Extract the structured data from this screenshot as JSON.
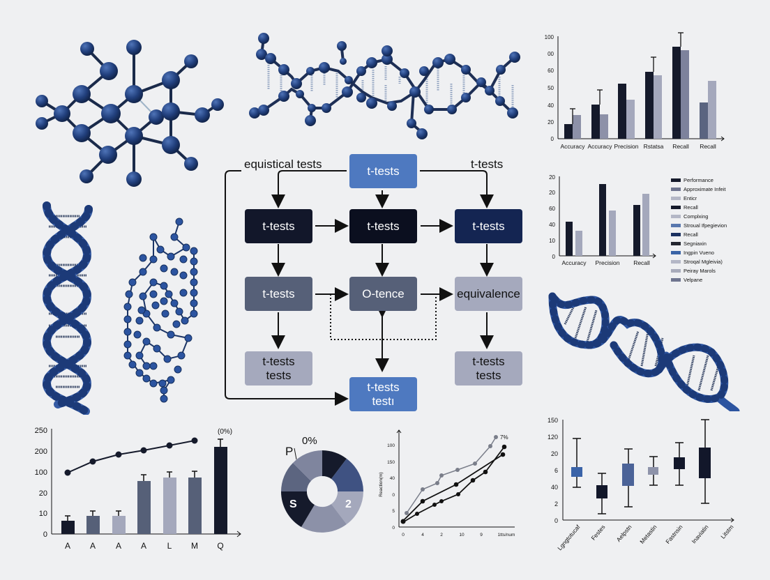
{
  "colors": {
    "background": "#eff0f2",
    "atom": "#1f3f78",
    "atom_highlight": "#3f63a6",
    "bond": "#1a2a4a",
    "box_blue": "#4e79c0",
    "box_black": "#12172a",
    "box_navy": "#142552",
    "box_slate": "#566078",
    "box_gray": "#a5a9bd",
    "bar_black": "#151a2b",
    "bar_slate": "#5a6480",
    "bar_gray": "#a4a8bc",
    "bar_mid": "#7d829c"
  },
  "illustrations": {
    "molecule_top_left": "molecule-ball-and-stick",
    "dna_top_center": "dna-helix-horizontal",
    "dna_left": "dna-helix-vertical",
    "protein_left": "protein-chain",
    "dna_right": "dna-helix-diagonal"
  },
  "flowchart": {
    "labels": {
      "top_left": "equistical tests",
      "top_right": "t-tests"
    },
    "nodes": [
      {
        "id": "top",
        "text": "t-tests",
        "color": "#4e79c0",
        "text_color": "#ffffff"
      },
      {
        "id": "r1c1",
        "text": "t-tests",
        "color": "#12172a",
        "text_color": "#ffffff"
      },
      {
        "id": "r1c2",
        "text": "t-tests",
        "color": "#0b0f1f",
        "text_color": "#ffffff"
      },
      {
        "id": "r1c3",
        "text": "t-tests",
        "color": "#142552",
        "text_color": "#ffffff"
      },
      {
        "id": "r2c1",
        "text": "t-tests",
        "color": "#566078",
        "text_color": "#ffffff"
      },
      {
        "id": "r2c2",
        "text": "O-tence",
        "color": "#566078",
        "text_color": "#ffffff"
      },
      {
        "id": "r2c3",
        "text": "equivalence",
        "color": "#a5a9bd",
        "text_color": "#111111"
      },
      {
        "id": "r3c1",
        "line1": "t-tests",
        "line2": "tests",
        "color": "#a5a9bd",
        "text_color": "#111111"
      },
      {
        "id": "r3c3",
        "line1": "t-tests",
        "line2": "tests",
        "color": "#a5a9bd",
        "text_color": "#111111"
      },
      {
        "id": "bottom",
        "line1": "t-tests",
        "line2": "testı",
        "color": "#4e79c0",
        "text_color": "#ffffff"
      }
    ]
  },
  "chart_data": [
    {
      "type": "bar",
      "title": "",
      "position": "top-right",
      "categories": [
        "Accuracy",
        "Accuracy",
        "Precision",
        "Rstatsa",
        "Recall",
        "Recall"
      ],
      "yticks": [
        "0",
        "20",
        "40",
        "50",
        "60",
        "00",
        "100"
      ],
      "ylim": [
        0,
        100
      ],
      "series": [
        {
          "name": "A",
          "values": [
            18,
            40,
            53,
            59,
            87,
            42
          ],
          "color": "#151a2b",
          "errors": [
            35,
            47,
            null,
            76,
            103,
            null
          ]
        },
        {
          "name": "B",
          "values": [
            28,
            29,
            45,
            55,
            82,
            48
          ],
          "color": "#8d91a8",
          "errors": [
            null,
            null,
            null,
            null,
            null,
            null
          ]
        }
      ],
      "xlabel": "",
      "ylabel": "",
      "grid": false
    },
    {
      "type": "bar",
      "position": "middle-right",
      "categories": [
        "Accuracy",
        "Precision",
        "Recall"
      ],
      "yticks": [
        "0",
        "10",
        "40",
        "60",
        "20",
        "20"
      ],
      "series": [
        {
          "name": "A",
          "values": [
            42,
            80,
            58
          ],
          "color": "#151a2b"
        },
        {
          "name": "B",
          "values": [
            30,
            56,
            72
          ],
          "color": "#a4a8bc"
        }
      ],
      "legend": {
        "position": "right",
        "entries": [
          {
            "label": "Performance",
            "color": "#151a2b"
          },
          {
            "label": "Approximate Infeit",
            "color": "#6f758f"
          },
          {
            "label": "Enticr",
            "color": "#b4b7c6"
          },
          {
            "label": "Recall",
            "color": "#151a2b"
          },
          {
            "label": "Complxing",
            "color": "#b4b7c6"
          },
          {
            "label": "Stroual Ifpegievion",
            "color": "#5877ae"
          },
          {
            "label": "Recall",
            "color": "#1a3060"
          },
          {
            "label": "Segniaxin",
            "color": "#22252f"
          },
          {
            "label": "Ingpin Vueno",
            "color": "#3a64a6"
          },
          {
            "label": "Stroqal Mgleivia)",
            "color": "#b4b7c6"
          },
          {
            "label": "Peiray Marols",
            "color": "#a8abbb"
          },
          {
            "label": "Velpane",
            "color": "#6f758f"
          }
        ]
      }
    },
    {
      "type": "bar",
      "position": "bottom-left",
      "categories": [
        "A",
        "A",
        "A",
        "A",
        "L",
        "M",
        "Q"
      ],
      "yticks": [
        "0",
        "10",
        "20",
        "100",
        "200",
        "250"
      ],
      "annotation": "(0%)",
      "series": [
        {
          "name": "bars",
          "values": [
            6,
            9,
            9,
            49,
            52,
            52,
            84
          ],
          "errors": [
            9,
            11,
            11,
            57,
            57,
            57,
            91
          ],
          "colors": [
            "#151a2b",
            "#566078",
            "#a4a8bc",
            "#566078",
            "#a4a8bc",
            "#566078",
            "#151a2b"
          ]
        },
        {
          "name": "line",
          "type": "line",
          "values": [
            61,
            72,
            78,
            82,
            86,
            89
          ],
          "color": "#151a2b"
        }
      ]
    },
    {
      "type": "pie",
      "position": "bottom-center-left",
      "donut": true,
      "labels": [
        "P",
        "0%",
        "S",
        "2"
      ],
      "slices": [
        {
          "value": 12,
          "color": "#151a2b"
        },
        {
          "value": 16,
          "color": "#3f5282"
        },
        {
          "value": 14,
          "color": "#a4a8bc",
          "label": "2"
        },
        {
          "value": 16,
          "color": "#8c91a8"
        },
        {
          "value": 16,
          "color": "#151a2b",
          "label": "S"
        },
        {
          "value": 12,
          "color": "#5c6580"
        },
        {
          "value": 14,
          "color": "#7f859e"
        }
      ]
    },
    {
      "type": "line",
      "position": "bottom-center-right",
      "xticks": [
        "0",
        "4",
        "2",
        "10",
        "9",
        "1tts/num"
      ],
      "yticks": [
        "0",
        "5",
        "0",
        "40",
        "150",
        "100"
      ],
      "ylabel": "Reaction(m)",
      "annotation": "7%",
      "series": [
        {
          "name": "gray",
          "color": "#7a7e8a",
          "points": [
            [
              0.5,
              8
            ],
            [
              1.6,
              30
            ],
            [
              2.6,
              42
            ],
            [
              3,
              45
            ],
            [
              4,
              49
            ],
            [
              5.2,
              54
            ],
            [
              6,
              71
            ],
            [
              6.6,
              85
            ]
          ]
        },
        {
          "name": "straight",
          "color": "#111111",
          "points": [
            [
              0,
              2
            ],
            [
              1.6,
              21
            ],
            [
              3.9,
              39
            ],
            [
              7.1,
              66
            ]
          ]
        },
        {
          "name": "steps",
          "color": "#111111",
          "points": [
            [
              0,
              4
            ],
            [
              1.2,
              9
            ],
            [
              2.4,
              21
            ],
            [
              2.9,
              24
            ],
            [
              4,
              27
            ],
            [
              5.2,
              43
            ],
            [
              6.1,
              52
            ],
            [
              7.3,
              80
            ]
          ]
        }
      ]
    },
    {
      "type": "box",
      "position": "bottom-right",
      "categories": [
        "Lgngtotucaf",
        "Festes",
        "Aelpstn",
        "Metastin",
        "Fastnsin",
        "Inaviatin",
        "Litstm"
      ],
      "yticks": [
        "0",
        "2",
        "40",
        "6",
        "20",
        "120",
        "150"
      ],
      "ylim": [
        0,
        150
      ],
      "boxes": [
        {
          "min": 40,
          "q1": 53,
          "q3": 63,
          "max": 118,
          "color": "#3a63a8"
        },
        {
          "min": 8,
          "q1": 26,
          "q3": 42,
          "max": 56,
          "color": "#12172a"
        },
        {
          "min": 17,
          "q1": 41,
          "q3": 68,
          "max": 85,
          "color": "#4b6398"
        },
        {
          "min": 42,
          "q1": 55,
          "q3": 64,
          "max": 76,
          "color": "#8e93aa"
        },
        {
          "min": 43,
          "q1": 61,
          "q3": 76,
          "max": 93,
          "color": "#12172a"
        },
        {
          "min": 22,
          "q1": 51,
          "q3": 87,
          "max": 150,
          "color": "#12172a"
        }
      ]
    }
  ]
}
